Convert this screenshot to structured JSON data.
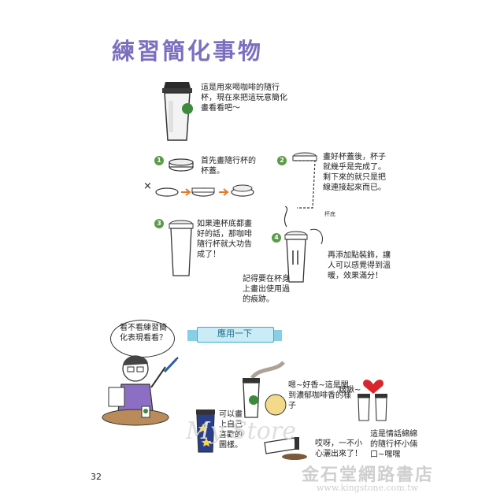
{
  "title": "練習簡化事物",
  "intro_text": "這是用來喝咖啡的隨行杯，現在來把這玩意簡化畫看看吧～",
  "steps": {
    "s1": {
      "num": "1",
      "text": "首先畫隨行杯的杯蓋。"
    },
    "s2": {
      "num": "2",
      "text": "畫好杯蓋後，杯子就幾乎是完成了。剩下來的就只是把線連接起來而已。"
    },
    "s3": {
      "num": "3",
      "text": "如果連杯底都畫好的話，那咖啡隨行杯就大功告成了！"
    },
    "s4": {
      "num": "4",
      "text": "再添加點裝飾，讓人可以感覺得到溫暖，效果滿分！"
    }
  },
  "cross_mark": "×",
  "cup_bottom_label": "杯底",
  "trace_note": "記得要在杯身上畫出使用過的痕跡。",
  "apply_ribbon": "應用一下",
  "bubble_text": "看不看練習簡化表現看看？",
  "examples": {
    "smell": "嗯~好香~這是聞到濃郁咖啡香的樣子",
    "custom": "可以畫上自己喜歡的圖樣。",
    "spill": "哎呀，一不小心灑出來了！",
    "kiss_sound": "啵啾~",
    "couple": "這是情話綿綿的隨行杯小倆口~嘿嘿"
  },
  "page_number": "32",
  "watermark": {
    "logo": "My Store",
    "name": "金石堂網路書店",
    "url": "www.kingstone.com.tw"
  },
  "colors": {
    "title": "#7b70bf",
    "step_badge": "#5a9a4a",
    "ribbon": "#3aa9cf",
    "arrow": "#e27a2a",
    "heart": "#d9262c",
    "cup_green": "#3c8a3c"
  }
}
